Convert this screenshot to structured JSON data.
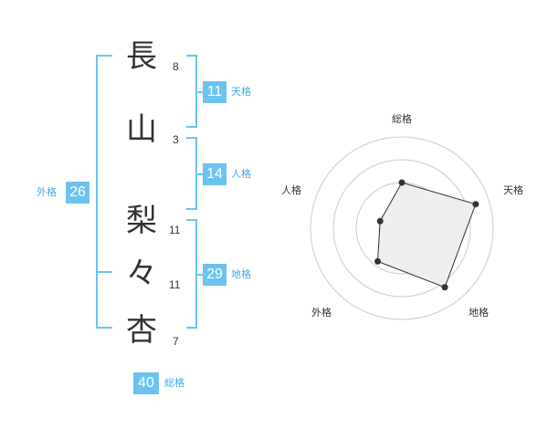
{
  "name": [
    {
      "char": "長",
      "strokes": "8"
    },
    {
      "char": "山",
      "strokes": "3"
    },
    {
      "char": "梨",
      "strokes": "11"
    },
    {
      "char": "々",
      "strokes": "11"
    },
    {
      "char": "杏",
      "strokes": "7"
    }
  ],
  "kaku": {
    "tenkaku": {
      "value": "11",
      "label": "天格"
    },
    "jinkaku": {
      "value": "14",
      "label": "人格"
    },
    "chikaku": {
      "value": "29",
      "label": "地格"
    },
    "gaikaku": {
      "value": "26",
      "label": "外格"
    },
    "soukaku": {
      "value": "40",
      "label": "総格"
    }
  },
  "radar": {
    "axes": [
      "総格",
      "天格",
      "地格",
      "外格",
      "人格"
    ],
    "values": [
      0.5,
      0.85,
      0.8,
      0.45,
      0.25
    ],
    "fill_color": "#eeeeee",
    "line_color": "#333333",
    "ring_color": "#cccccc"
  }
}
